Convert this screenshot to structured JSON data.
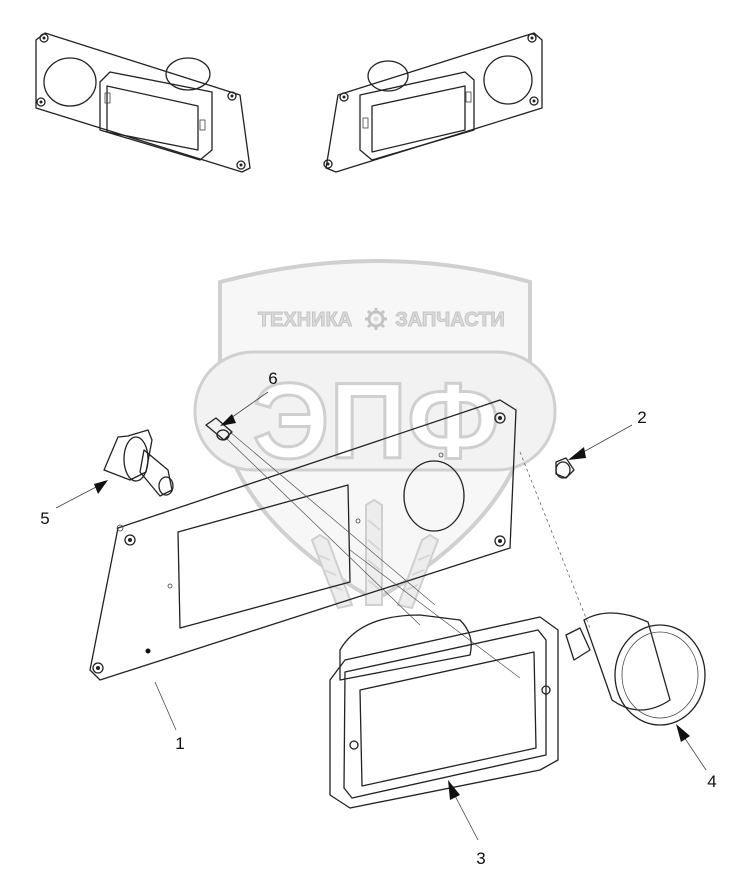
{
  "watermark": {
    "line1_left": "ТЕХНИКА",
    "line1_right": "ЗАПЧАСТИ",
    "big": "ЭПФ",
    "gear_icon": "gear-icon"
  },
  "callouts": {
    "c1": "1",
    "c2": "2",
    "c3": "3",
    "c4": "4",
    "c5": "5",
    "c6": "6"
  }
}
